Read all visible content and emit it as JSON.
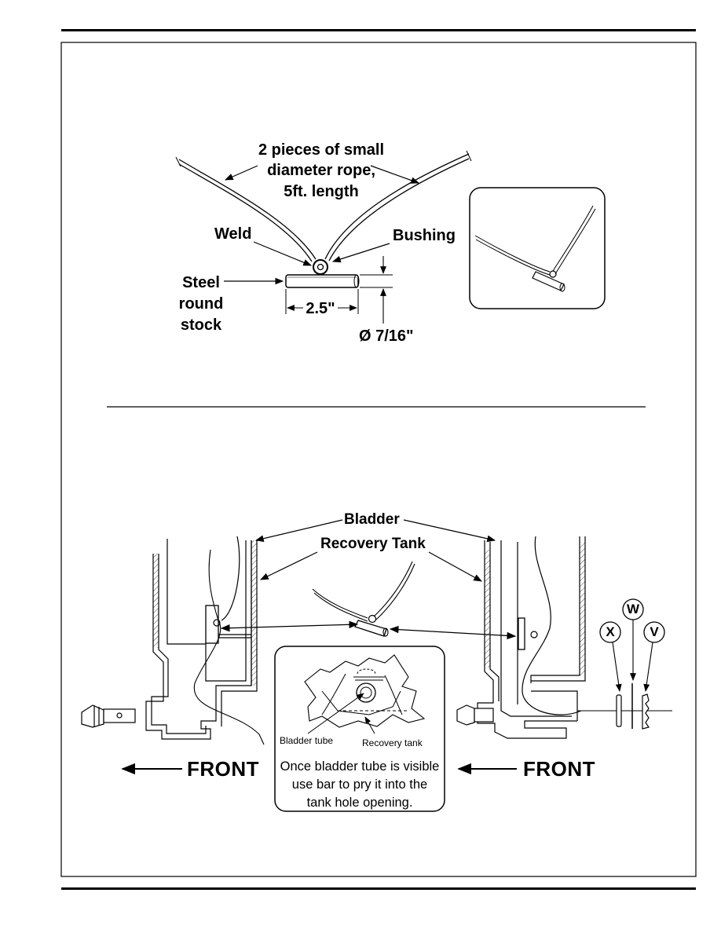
{
  "top_figure": {
    "rope_label_1": "2 pieces of small",
    "rope_label_2": "diameter rope,",
    "rope_label_3": "5ft. length",
    "weld_label": "Weld",
    "bushing_label": "Bushing",
    "steel_label_1": "Steel",
    "steel_label_2": "round",
    "steel_label_3": "stock",
    "length_label": "2.5\"",
    "diameter_label": "Ø 7/16\""
  },
  "bottom_figure": {
    "bladder_label": "Bladder",
    "recovery_tank_label": "Recovery Tank",
    "front_left": "FRONT",
    "front_right": "FRONT",
    "bladder_tube_label": "Bladder tube",
    "recovery_tank_small_label": "Recovery tank",
    "note_line_1": "Once bladder tube is visible",
    "note_line_2": "use bar to pry it into the",
    "note_line_3": "tank hole opening.",
    "callout_x": "X",
    "callout_w": "W",
    "callout_v": "V"
  }
}
